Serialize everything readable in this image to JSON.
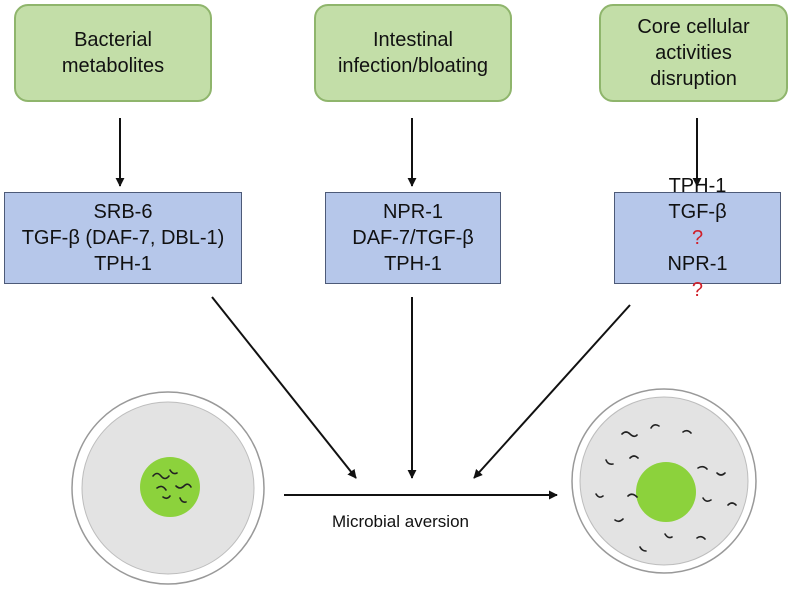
{
  "triggers": [
    {
      "lines": [
        "Bacterial",
        "metabolites"
      ]
    },
    {
      "lines": [
        "Intestinal",
        "infection/bloating"
      ]
    },
    {
      "lines": [
        "Core cellular",
        "activities",
        "disruption"
      ]
    }
  ],
  "pathways": [
    {
      "rows": [
        {
          "text": "SRB-6"
        },
        {
          "text": "TGF-β (DAF-7, DBL-1)"
        },
        {
          "text": "TPH-1"
        }
      ]
    },
    {
      "rows": [
        {
          "text": "NPR-1"
        },
        {
          "text": "DAF-7/TGF-β"
        },
        {
          "text": "TPH-1"
        }
      ]
    },
    {
      "rows": [
        {
          "text": "TPH-1"
        },
        {
          "text": "TGF-β",
          "mark": "?"
        },
        {
          "text": "NPR-1",
          "mark": "?"
        }
      ]
    }
  ],
  "outcome": {
    "label": "Microbial aversion"
  },
  "colors": {
    "trigger_fill": "#c3dea8",
    "pathway_fill": "#b6c7ea",
    "lawn_green": "#8cd23c",
    "plate_gray": "#e3e3e3",
    "question_mark": "#d0202a"
  },
  "icons": {
    "worm": "small curved worm glyph",
    "plate": "petri dish with bacterial lawn"
  }
}
